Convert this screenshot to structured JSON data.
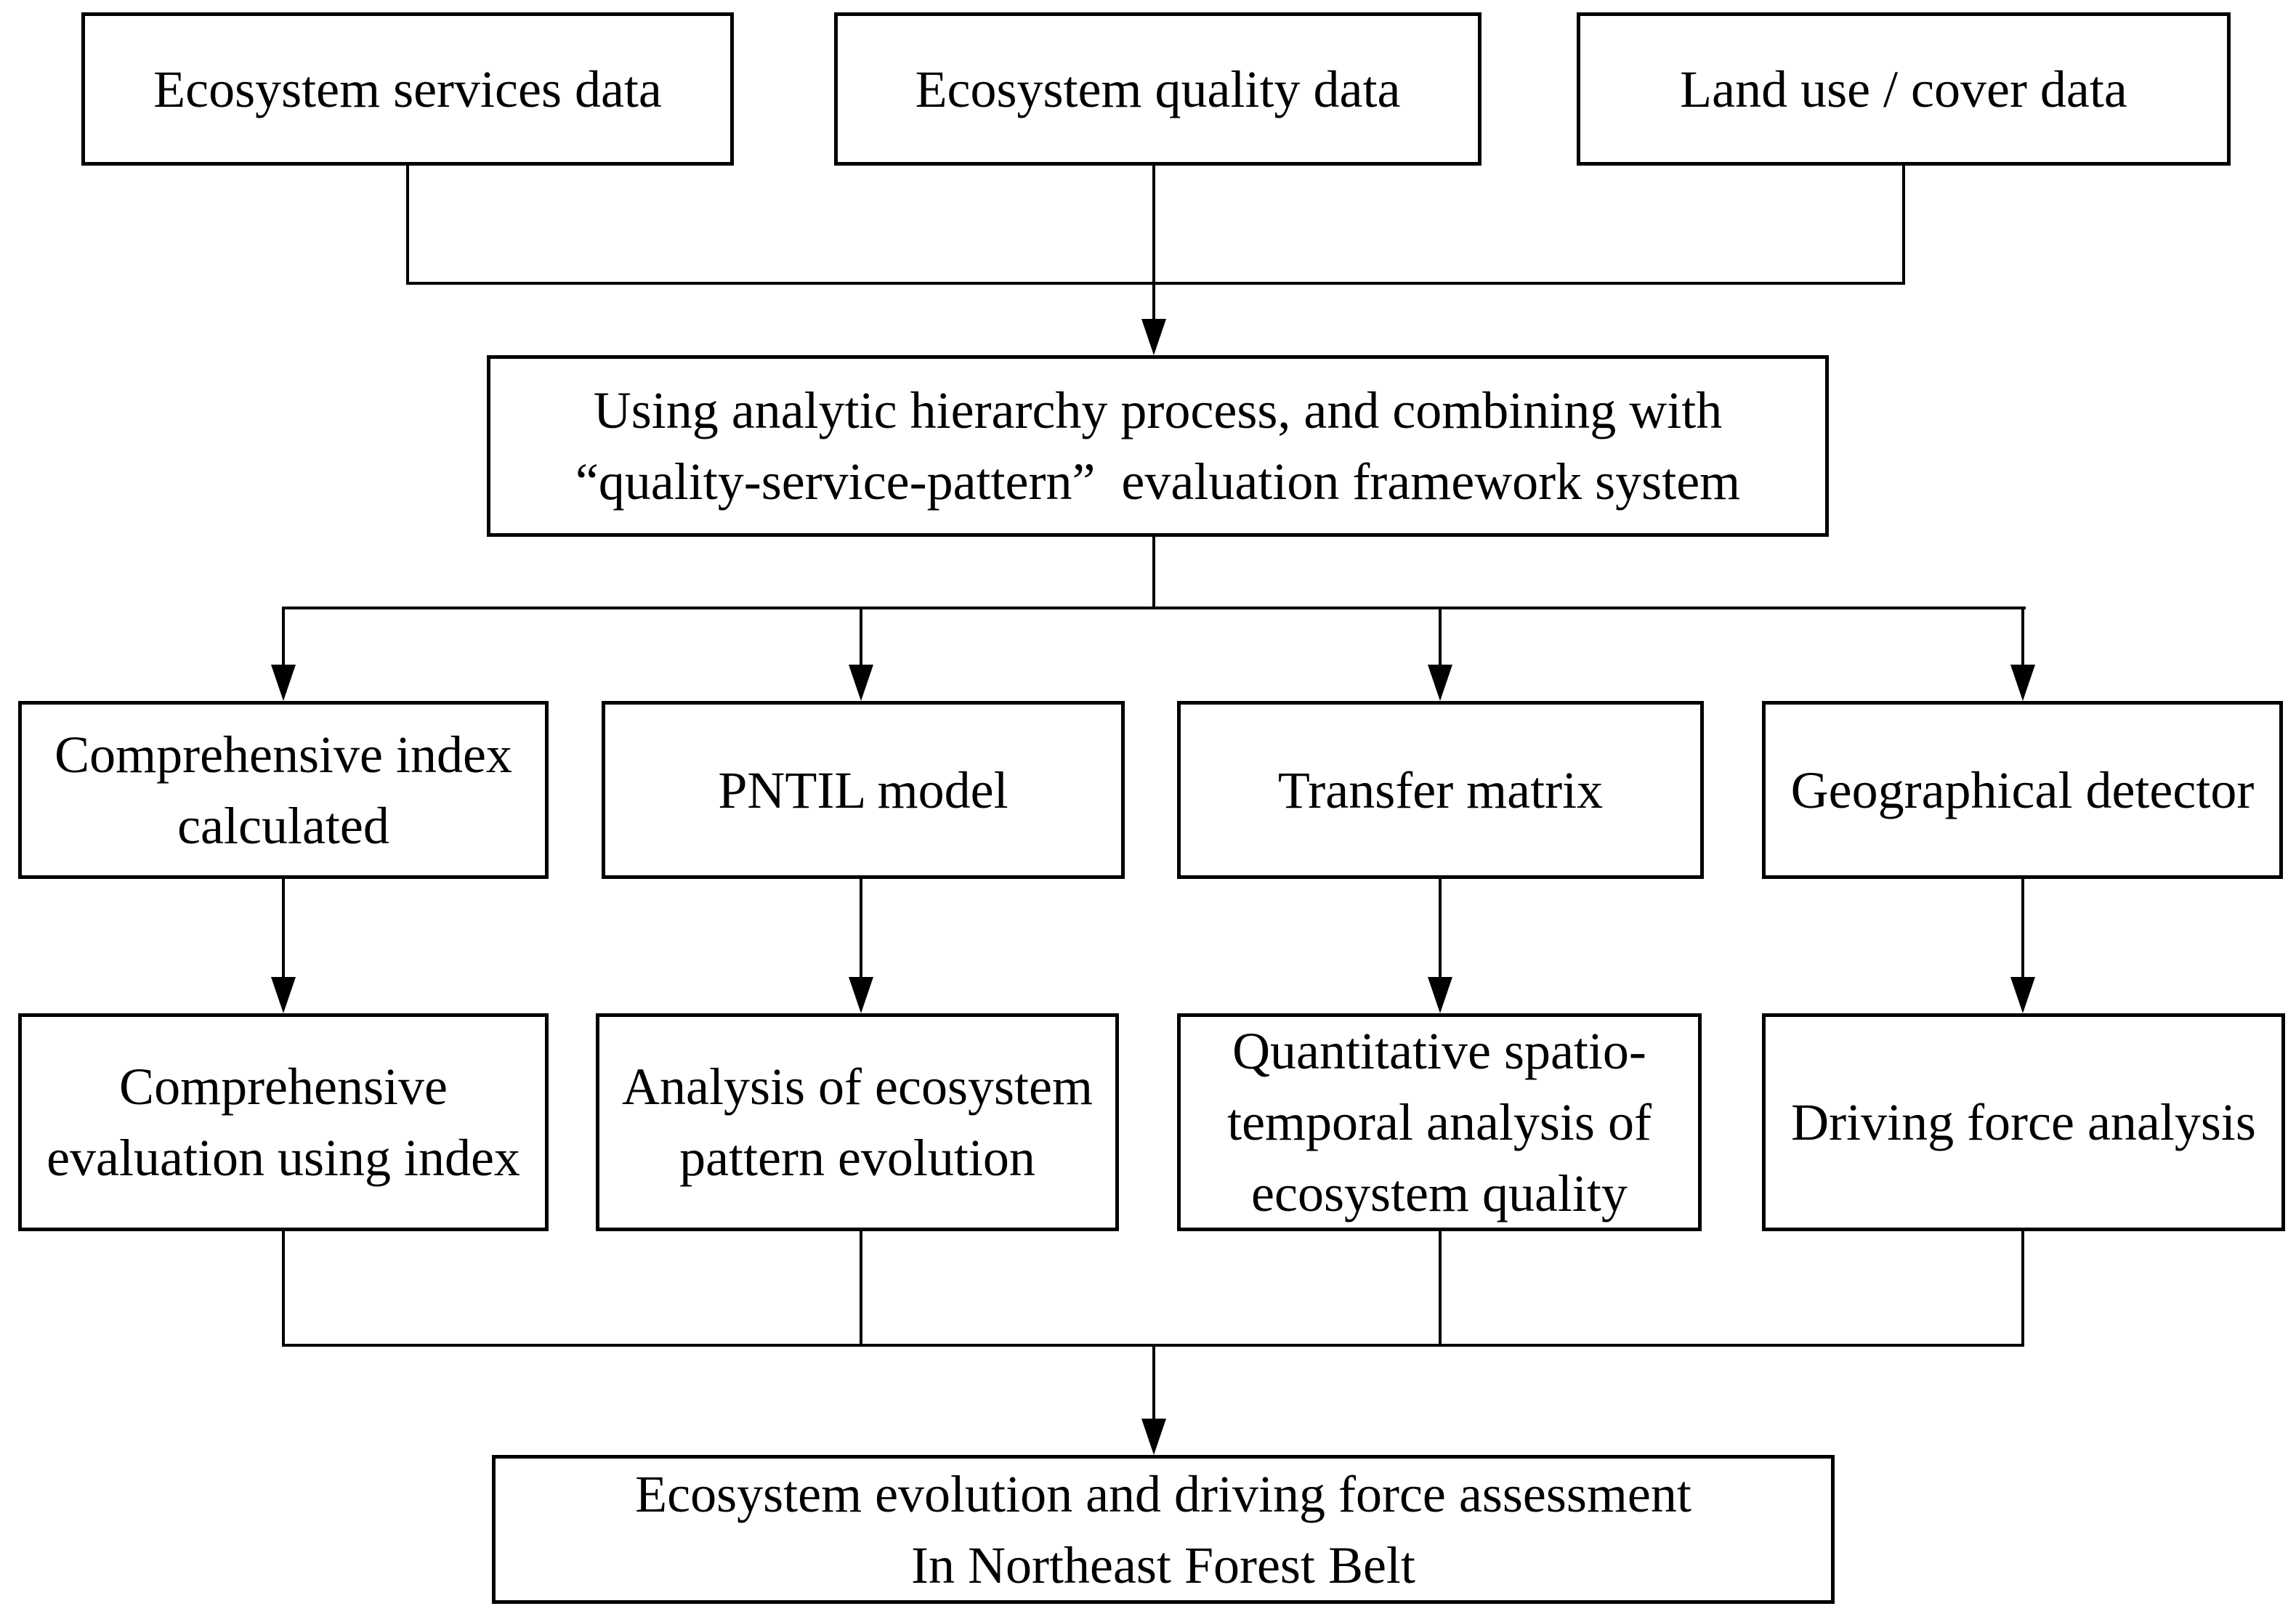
{
  "flow": {
    "type": "flowchart",
    "background_color": "#ffffff",
    "line_color": "#000000",
    "sources": [
      {
        "label": "Ecosystem services data"
      },
      {
        "label": "Ecosystem quality data"
      },
      {
        "label": "Land use / cover data"
      }
    ],
    "framework": {
      "lines": [
        "Using analytic hierarchy process, and combining with",
        "“quality-service-pattern”  evaluation framework system"
      ]
    },
    "methods": [
      {
        "lines": [
          "Comprehensive index",
          "calculated"
        ]
      },
      {
        "lines": [
          "PNTIL model"
        ]
      },
      {
        "lines": [
          "Transfer matrix"
        ]
      },
      {
        "lines": [
          "Geographical detector"
        ]
      }
    ],
    "analyses": [
      {
        "lines": [
          "Comprehensive",
          "evaluation using index"
        ]
      },
      {
        "lines": [
          "Analysis of ecosystem",
          "pattern evolution"
        ]
      },
      {
        "lines": [
          "Quantitative spatio-",
          "temporal analysis of",
          "ecosystem quality"
        ]
      },
      {
        "lines": [
          "Driving force analysis"
        ]
      }
    ],
    "result": {
      "lines": [
        "Ecosystem evolution and driving force assessment",
        "In Northeast Forest Belt"
      ]
    }
  }
}
